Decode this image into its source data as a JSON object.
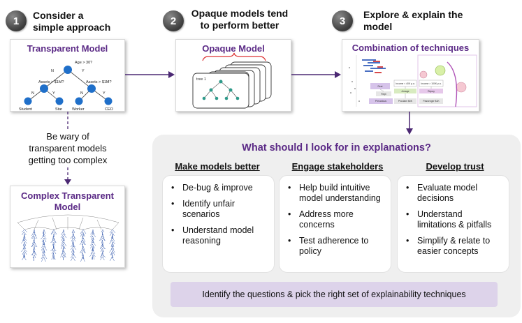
{
  "steps": [
    {
      "number": "1",
      "title_line1": "Consider a",
      "title_line2": "simple approach"
    },
    {
      "number": "2",
      "title_line1": "Opaque models tend",
      "title_line2": "to perform better"
    },
    {
      "number": "3",
      "title_line1": "Explore & explain the",
      "title_line2": "model"
    }
  ],
  "transparent_model": {
    "title": "Transparent Model",
    "root": "Age > 30?",
    "left_edge": "N",
    "right_edge": "Y",
    "left_split": "Assets > $1M?",
    "right_split": "Assets > $1M?",
    "leaf_edge_n": "N",
    "leaf_edge_y": "Y",
    "leaves": [
      "Student",
      "Star",
      "Worker",
      "CEO"
    ]
  },
  "opaque_model": {
    "title": "Opaque Model",
    "tree_label": "tree 1"
  },
  "combination": {
    "title": "Combination of techniques",
    "blocks": [
      "Rest",
      "Income < 40K p.a.",
      "Income > 100K p.a.",
      "Rept",
      "Arnage",
      "Repay",
      "Precarious",
      "Proclaim $0K",
      "Passenger $1K"
    ]
  },
  "warning": {
    "line1": "Be wary of",
    "line2": "transparent models",
    "line3": "getting too complex"
  },
  "complex_model": {
    "title_line1": "Complex Transparent",
    "title_line2": "Model"
  },
  "question": "What should I look for in explanations?",
  "columns": [
    {
      "heading": "Make models better",
      "items": [
        "De-bug & improve",
        "Identify unfair scenarios",
        "Understand model reasoning"
      ]
    },
    {
      "heading": "Engage stakeholders",
      "items": [
        "Help build intuitive model understanding",
        "Address more concerns",
        "Test adherence to policy"
      ]
    },
    {
      "heading": "Develop trust",
      "items": [
        "Evaluate model decisions",
        "Understand limitations & pitfalls",
        "Simplify & relate to easier concepts"
      ]
    }
  ],
  "footer": "Identify the questions & pick the right set of explainability techniques",
  "colors": {
    "accent_purple": "#5b2a86",
    "node_blue": "#1f6fc9",
    "arrow": "#4b2873",
    "footer_bg": "#ddd3ea"
  }
}
